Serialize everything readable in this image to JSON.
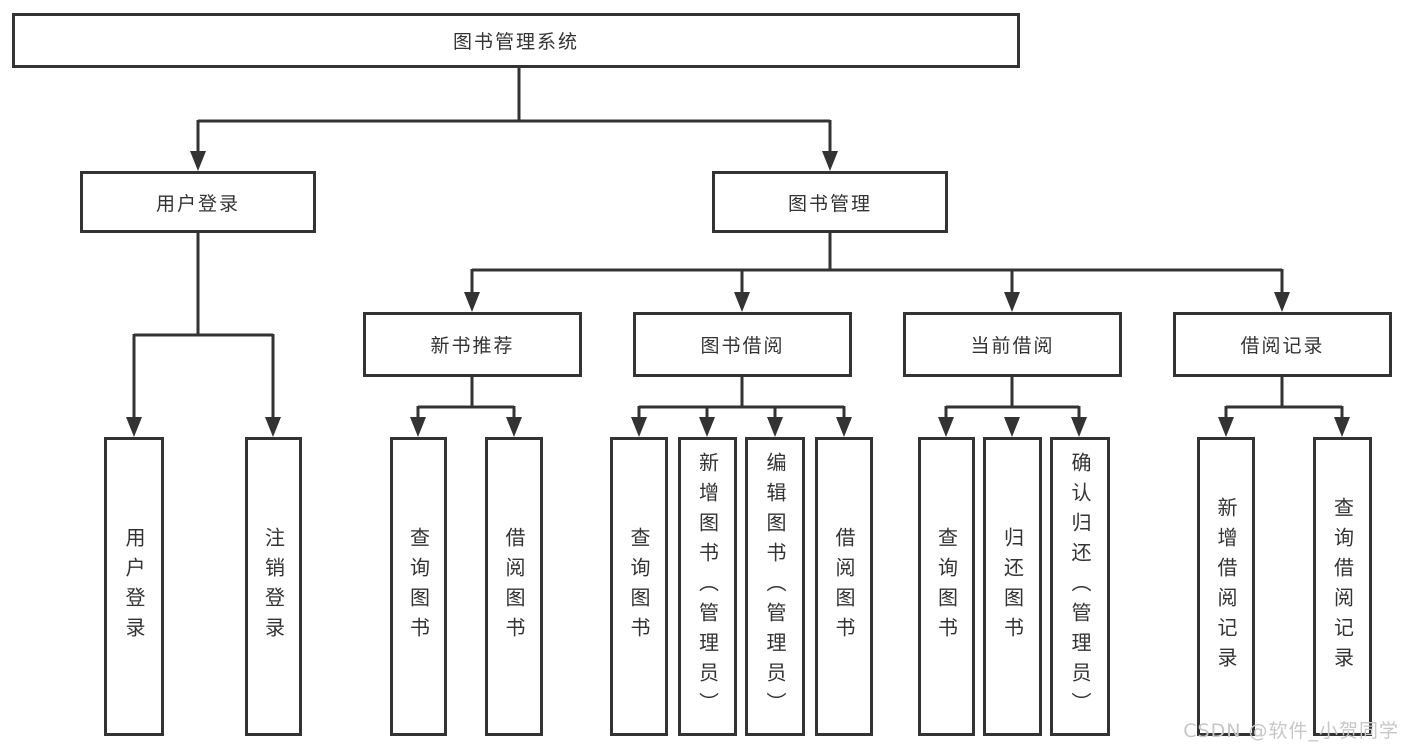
{
  "colors": {
    "line": "#333333",
    "box_border": "#333333",
    "text": "#333333",
    "background": "#ffffff",
    "watermark_text": "#c7c7c7"
  },
  "diagram": {
    "title": "图书管理系统",
    "branches": [
      {
        "label": "用户登录"
      },
      {
        "label": "图书管理"
      }
    ],
    "sections": [
      {
        "label": "新书推荐"
      },
      {
        "label": "图书借阅"
      },
      {
        "label": "当前借阅"
      },
      {
        "label": "借阅记录"
      }
    ],
    "leaves": {
      "user_login": [
        "用户登录",
        "注销登录"
      ],
      "new_book_recommend": [
        "查询图书",
        "借阅图书"
      ],
      "book_borrow": [
        "查询图书",
        "新增图书（管理员）",
        "编辑图书（管理员）",
        "借阅图书"
      ],
      "current_borrow": [
        "查询图书",
        "归还图书",
        "确认归还（管理员）"
      ],
      "borrow_records": [
        "新增借阅记录",
        "查询借阅记录"
      ]
    }
  },
  "watermark": "CSDN @软件_小贺同学"
}
